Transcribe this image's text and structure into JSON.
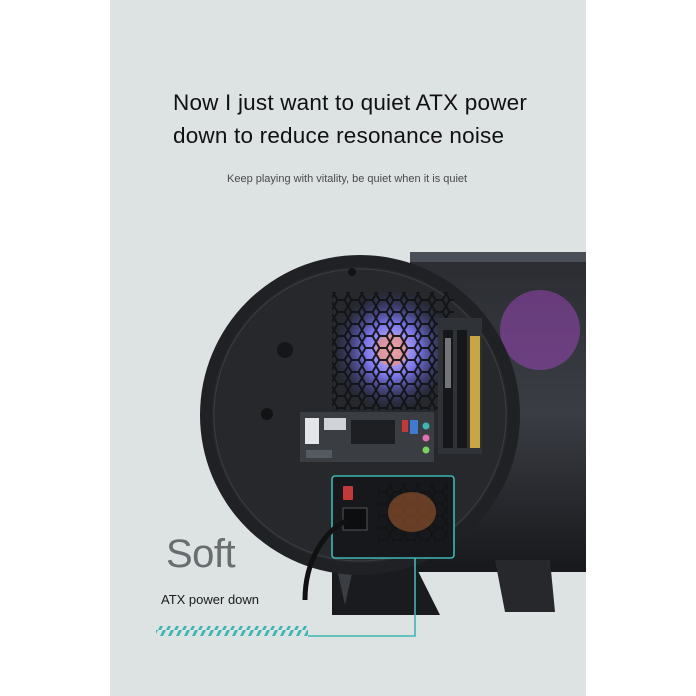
{
  "header": {
    "line1": "Now I just want to quiet ATX power",
    "line2": "down to reduce resonance noise",
    "subtitle": "Keep playing with vitality, be quiet when it is quiet"
  },
  "callout": {
    "title": "Soft",
    "caption": "ATX power down"
  },
  "colors": {
    "panel_bg": "#dde2e3",
    "case_dark": "#1f2124",
    "accent_teal": "#3fb6b3",
    "power_switch_red": "#c3393a"
  },
  "icons": [
    "hex-vent",
    "power-switch-icon",
    "striped-bar"
  ]
}
